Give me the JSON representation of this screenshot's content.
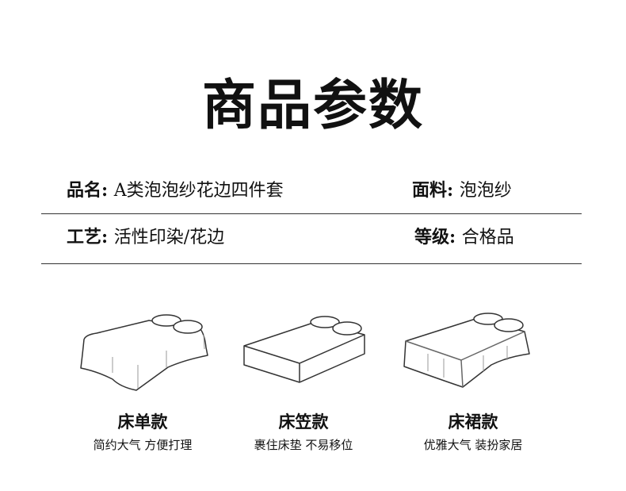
{
  "title": "商品参数",
  "params": [
    {
      "label": "品名:",
      "value": "A类泡泡纱花边四件套"
    },
    {
      "label": "面料:",
      "value": "泡泡纱"
    },
    {
      "label": "工艺:",
      "value": "活性印染/花边"
    },
    {
      "label": "等级:",
      "value": "合格品"
    }
  ],
  "styles": [
    {
      "name": "床单款",
      "desc": "简约大气 方便打理",
      "icon": "flat-sheet-bed-icon"
    },
    {
      "name": "床笠款",
      "desc": "裹住床垫 不易移位",
      "icon": "fitted-sheet-bed-icon"
    },
    {
      "name": "床裙款",
      "desc": "优雅大气 装扮家居",
      "icon": "bed-skirt-bed-icon"
    }
  ]
}
